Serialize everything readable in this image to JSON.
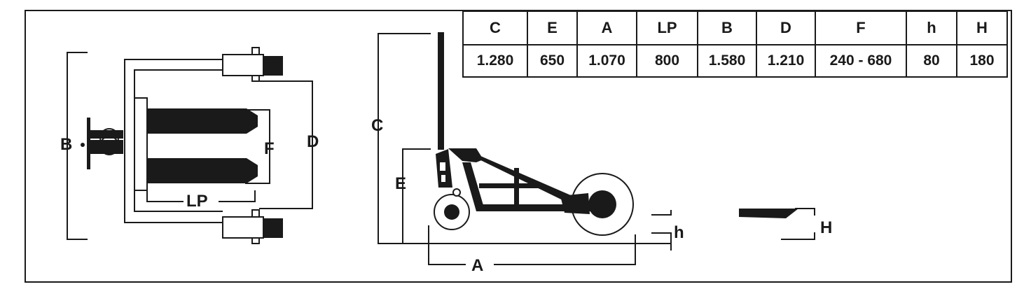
{
  "table": {
    "headers": [
      "C",
      "E",
      "A",
      "LP",
      "B",
      "D",
      "F",
      "h",
      "H"
    ],
    "values": [
      "1.280",
      "650",
      "1.070",
      "800",
      "1.580",
      "1.210",
      "240 - 680",
      "80",
      "180"
    ]
  },
  "labels": {
    "B": "B",
    "F": "F",
    "D": "D",
    "LP": "LP",
    "C": "C",
    "E": "E",
    "A": "A",
    "h": "h",
    "H": "H"
  },
  "colors": {
    "ink": "#1a1a1a",
    "paper": "#ffffff"
  }
}
